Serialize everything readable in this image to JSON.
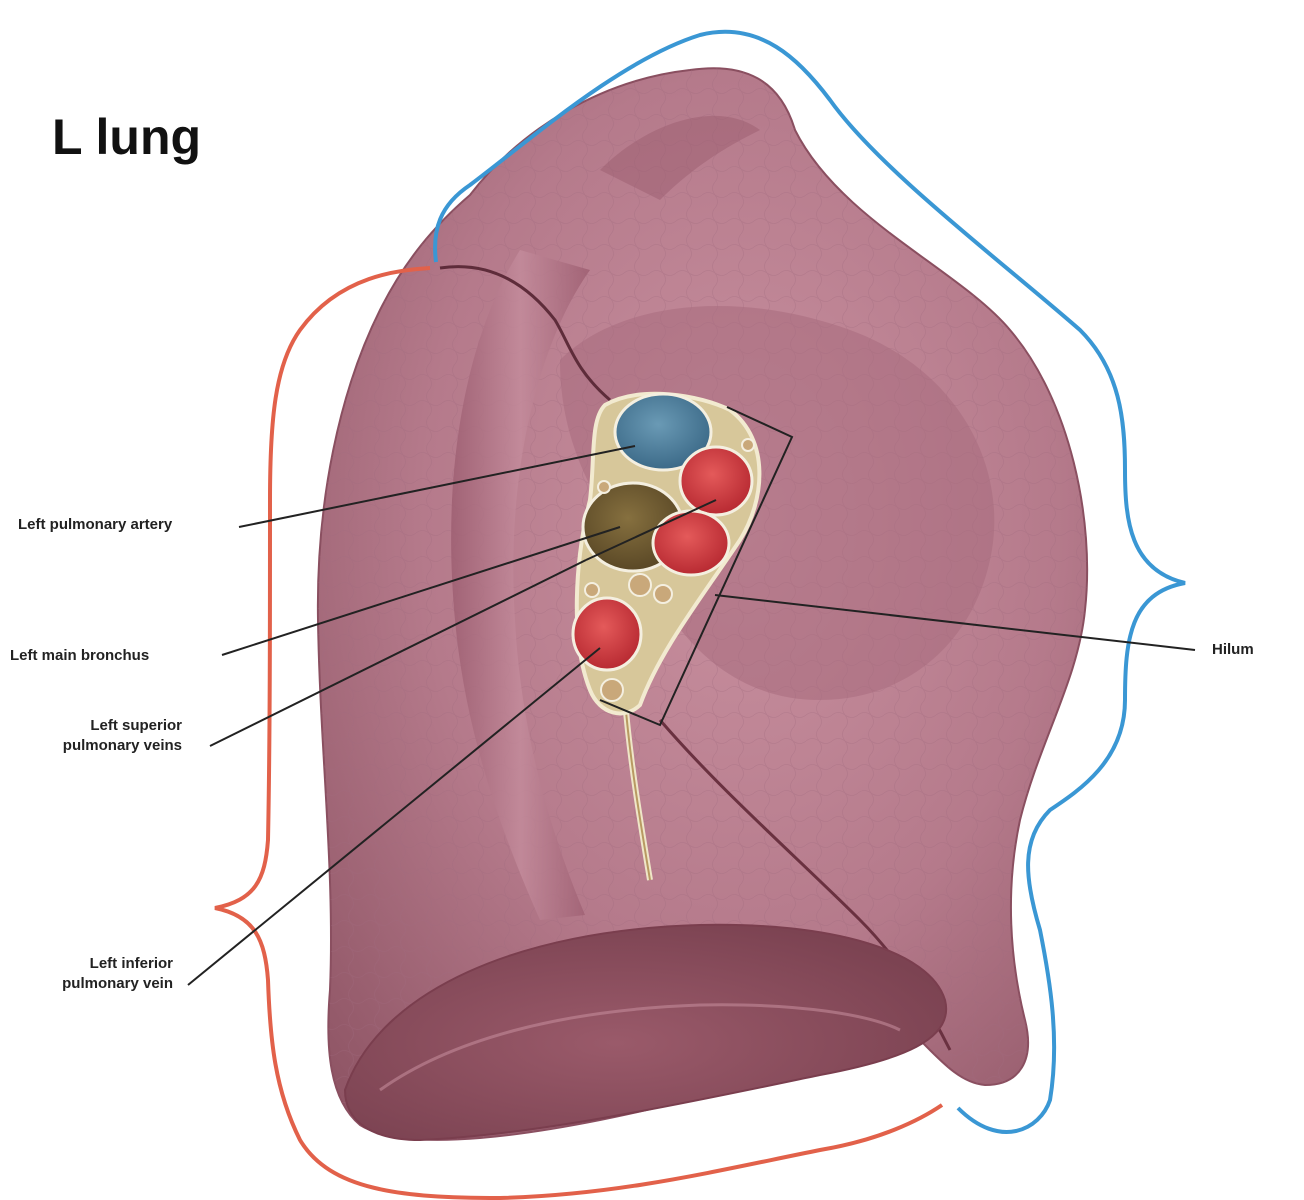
{
  "title": "L lung",
  "labels": {
    "pulmonary_artery": "Left pulmonary artery",
    "main_bronchus": "Left main bronchus",
    "superior_veins_1": "Left superior",
    "superior_veins_2": "pulmonary veins",
    "inferior_vein_1": "Left inferior",
    "inferior_vein_2": "pulmonary vein",
    "hilum": "Hilum"
  },
  "colors": {
    "upper_lobe_bracket": "#3a97d4",
    "lower_lobe_bracket": "#e2614a",
    "lung_tissue": "#b87a8a",
    "artery": "#4a7e9c",
    "vein": "#d23a3c",
    "bronchus": "#6d5a34"
  }
}
